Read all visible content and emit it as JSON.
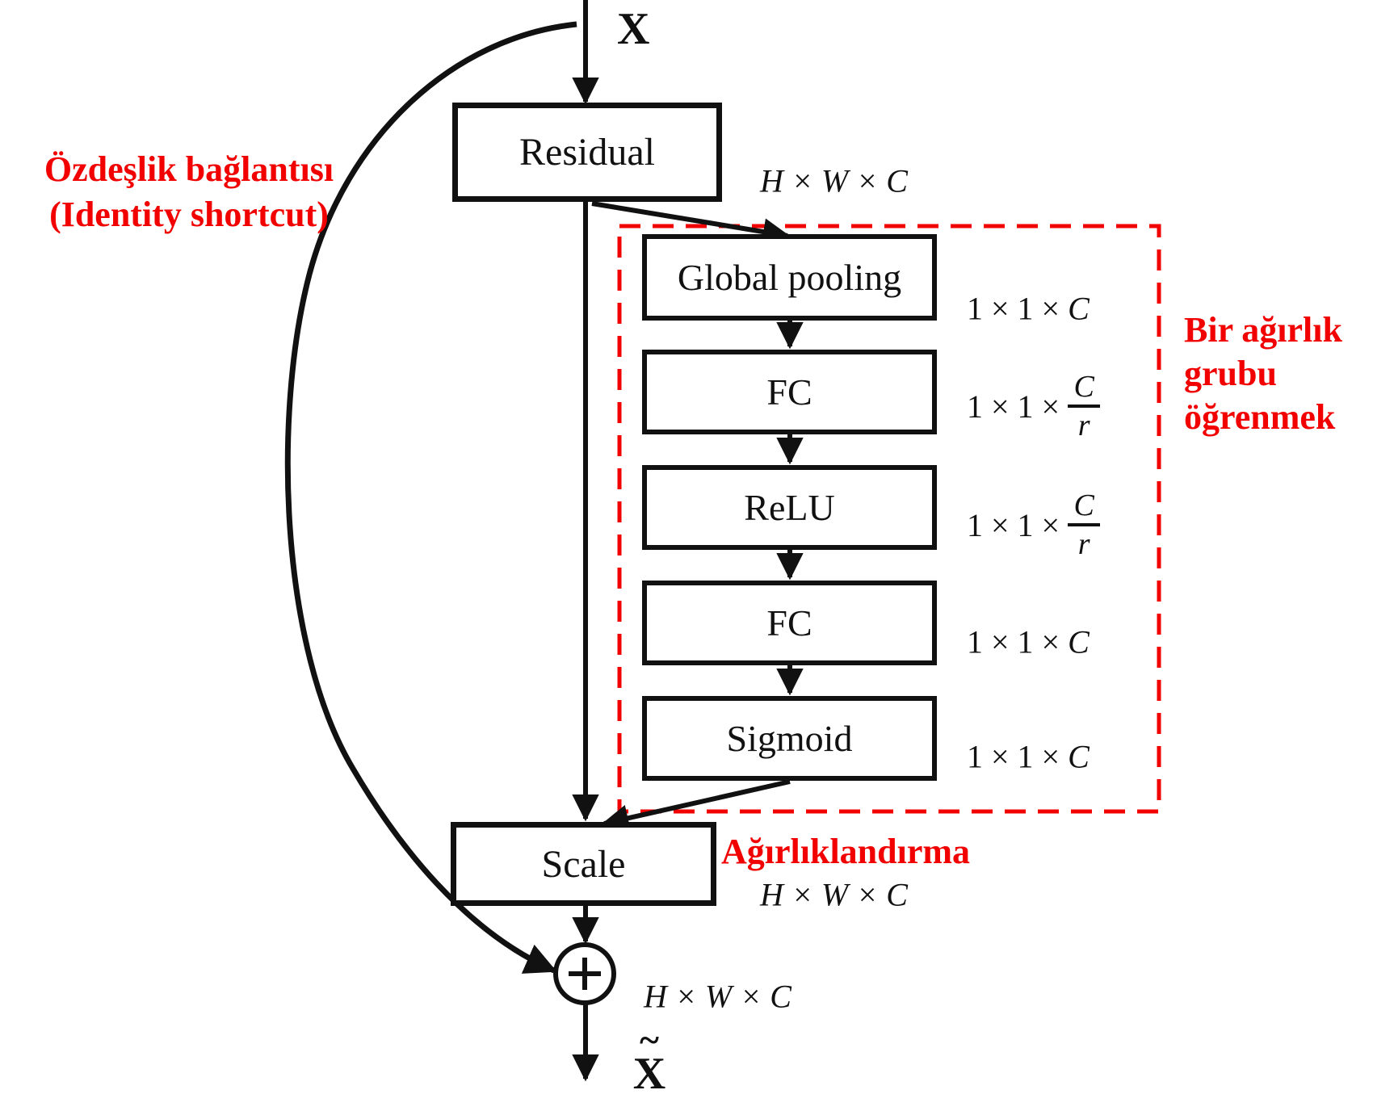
{
  "figure": {
    "input_label": "X",
    "output_label": {
      "base": "X",
      "tilde": "~"
    },
    "nodes": {
      "residual": "Residual",
      "global_pooling": "Global pooling",
      "fc1": "FC",
      "relu": "ReLU",
      "fc2": "FC",
      "sigmoid": "Sigmoid",
      "scale": "Scale"
    },
    "dim_labels": {
      "residual_out": "H × W × C",
      "gp_out": {
        "prefix": "1 × 1 ×",
        "value": "C"
      },
      "fc1_out": {
        "prefix": "1 × 1 ×",
        "numerator": "C",
        "denominator": "r"
      },
      "relu_out": {
        "prefix": "1 × 1 ×",
        "numerator": "C",
        "denominator": "r"
      },
      "fc2_out": {
        "prefix": "1 × 1 ×",
        "value": "C"
      },
      "sigmoid_out": {
        "prefix": "1 × 1 ×",
        "value": "C"
      },
      "scale_out": "H × W × C",
      "sum_out": "H × W × C"
    },
    "annotations": {
      "identity_line1": "Özdeşlik bağlantısı",
      "identity_line2": "(Identity shortcut)",
      "weight_group_line1": "Bir ağırlık",
      "weight_group_line2": "grubu",
      "weight_group_line3": "öğrenmek",
      "weighting": "Ağırlıklandırma"
    },
    "colors": {
      "annotation_red": "#f20000",
      "line_black": "#111111"
    }
  }
}
